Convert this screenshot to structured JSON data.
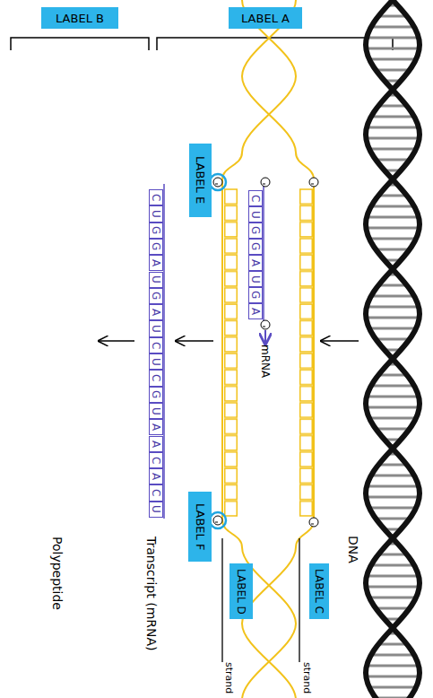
{
  "diagram": {
    "nodes": [
      {
        "text": [
          "LABEL B"
        ]
      },
      {
        "text": [
          "LABEL A"
        ]
      },
      {
        "text": [
          "LABEL E"
        ]
      },
      {
        "text": [
          "LABEL F"
        ]
      },
      {
        "text": [
          "LABEL C"
        ]
      },
      {
        "text": [
          "LABEL D"
        ]
      },
      {
        "text": [
          "C"
        ]
      },
      {
        "text": [
          "U"
        ]
      },
      {
        "text": [
          "G"
        ]
      },
      {
        "text": [
          "G"
        ]
      },
      {
        "text": [
          "A"
        ]
      },
      {
        "text": [
          "U"
        ]
      },
      {
        "text": [
          "G"
        ]
      },
      {
        "text": [
          "A"
        ]
      },
      {
        "text": [
          "C"
        ]
      },
      {
        "text": [
          "U"
        ]
      },
      {
        "text": [
          "G"
        ]
      },
      {
        "text": [
          "G"
        ]
      },
      {
        "text": [
          "A"
        ]
      },
      {
        "text": [
          "U"
        ]
      },
      {
        "text": [
          "G"
        ]
      },
      {
        "text": [
          "A"
        ]
      },
      {
        "text": [
          "U"
        ]
      },
      {
        "text": [
          "C"
        ]
      },
      {
        "text": [
          "U"
        ]
      },
      {
        "text": [
          "C"
        ]
      },
      {
        "text": [
          "G"
        ]
      },
      {
        "text": [
          "U"
        ]
      },
      {
        "text": [
          "A"
        ]
      },
      {
        "text": [
          "A"
        ]
      },
      {
        "text": [
          "C"
        ]
      },
      {
        "text": [
          "A"
        ]
      },
      {
        "text": [
          "C"
        ]
      },
      {
        "text": [
          "U"
        ]
      }
    ],
    "labels": [
      "DNA",
      "mRNA",
      "Transcript (mRNA)",
      "Polypeptide",
      "strand",
      "strand"
    ]
  }
}
